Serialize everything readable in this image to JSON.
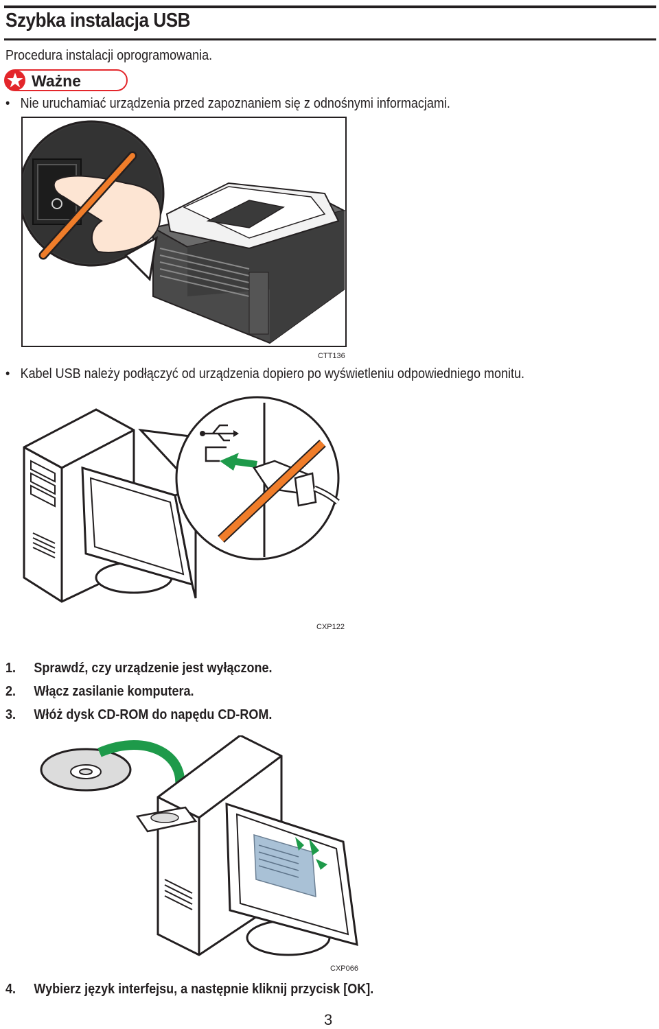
{
  "header": {
    "title": "Szybka instalacja USB"
  },
  "intro": "Procedura instalacji oprogramowania.",
  "important": {
    "label": "Ważne",
    "bullets": [
      "Nie uruchamiać urządzenia przed zapoznaniem się z odnośnymi informacjami.",
      "Kabel USB należy podłączyć od urządzenia dopiero po wyświetleniu odpowiedniego monitu."
    ]
  },
  "figures": {
    "fig1_code": "CTT136",
    "fig2_code": "CXP122",
    "fig3_code": "CXP066"
  },
  "steps": [
    {
      "number": "1.",
      "text": "Sprawdź, czy urządzenie jest wyłączone."
    },
    {
      "number": "2.",
      "text": "Włącz zasilanie komputera."
    },
    {
      "number": "3.",
      "text": "Włóż dysk CD-ROM do napędu CD-ROM."
    },
    {
      "number": "4.",
      "text": "Wybierz język interfejsu, a następnie kliknij przycisk [OK]."
    }
  ],
  "page_number": "3",
  "colors": {
    "important_red": "#e3262b",
    "prohibit_orange": "#f07d2a",
    "arrow_green": "#1e9a4a",
    "screen_blue": "#a9c1d6"
  }
}
